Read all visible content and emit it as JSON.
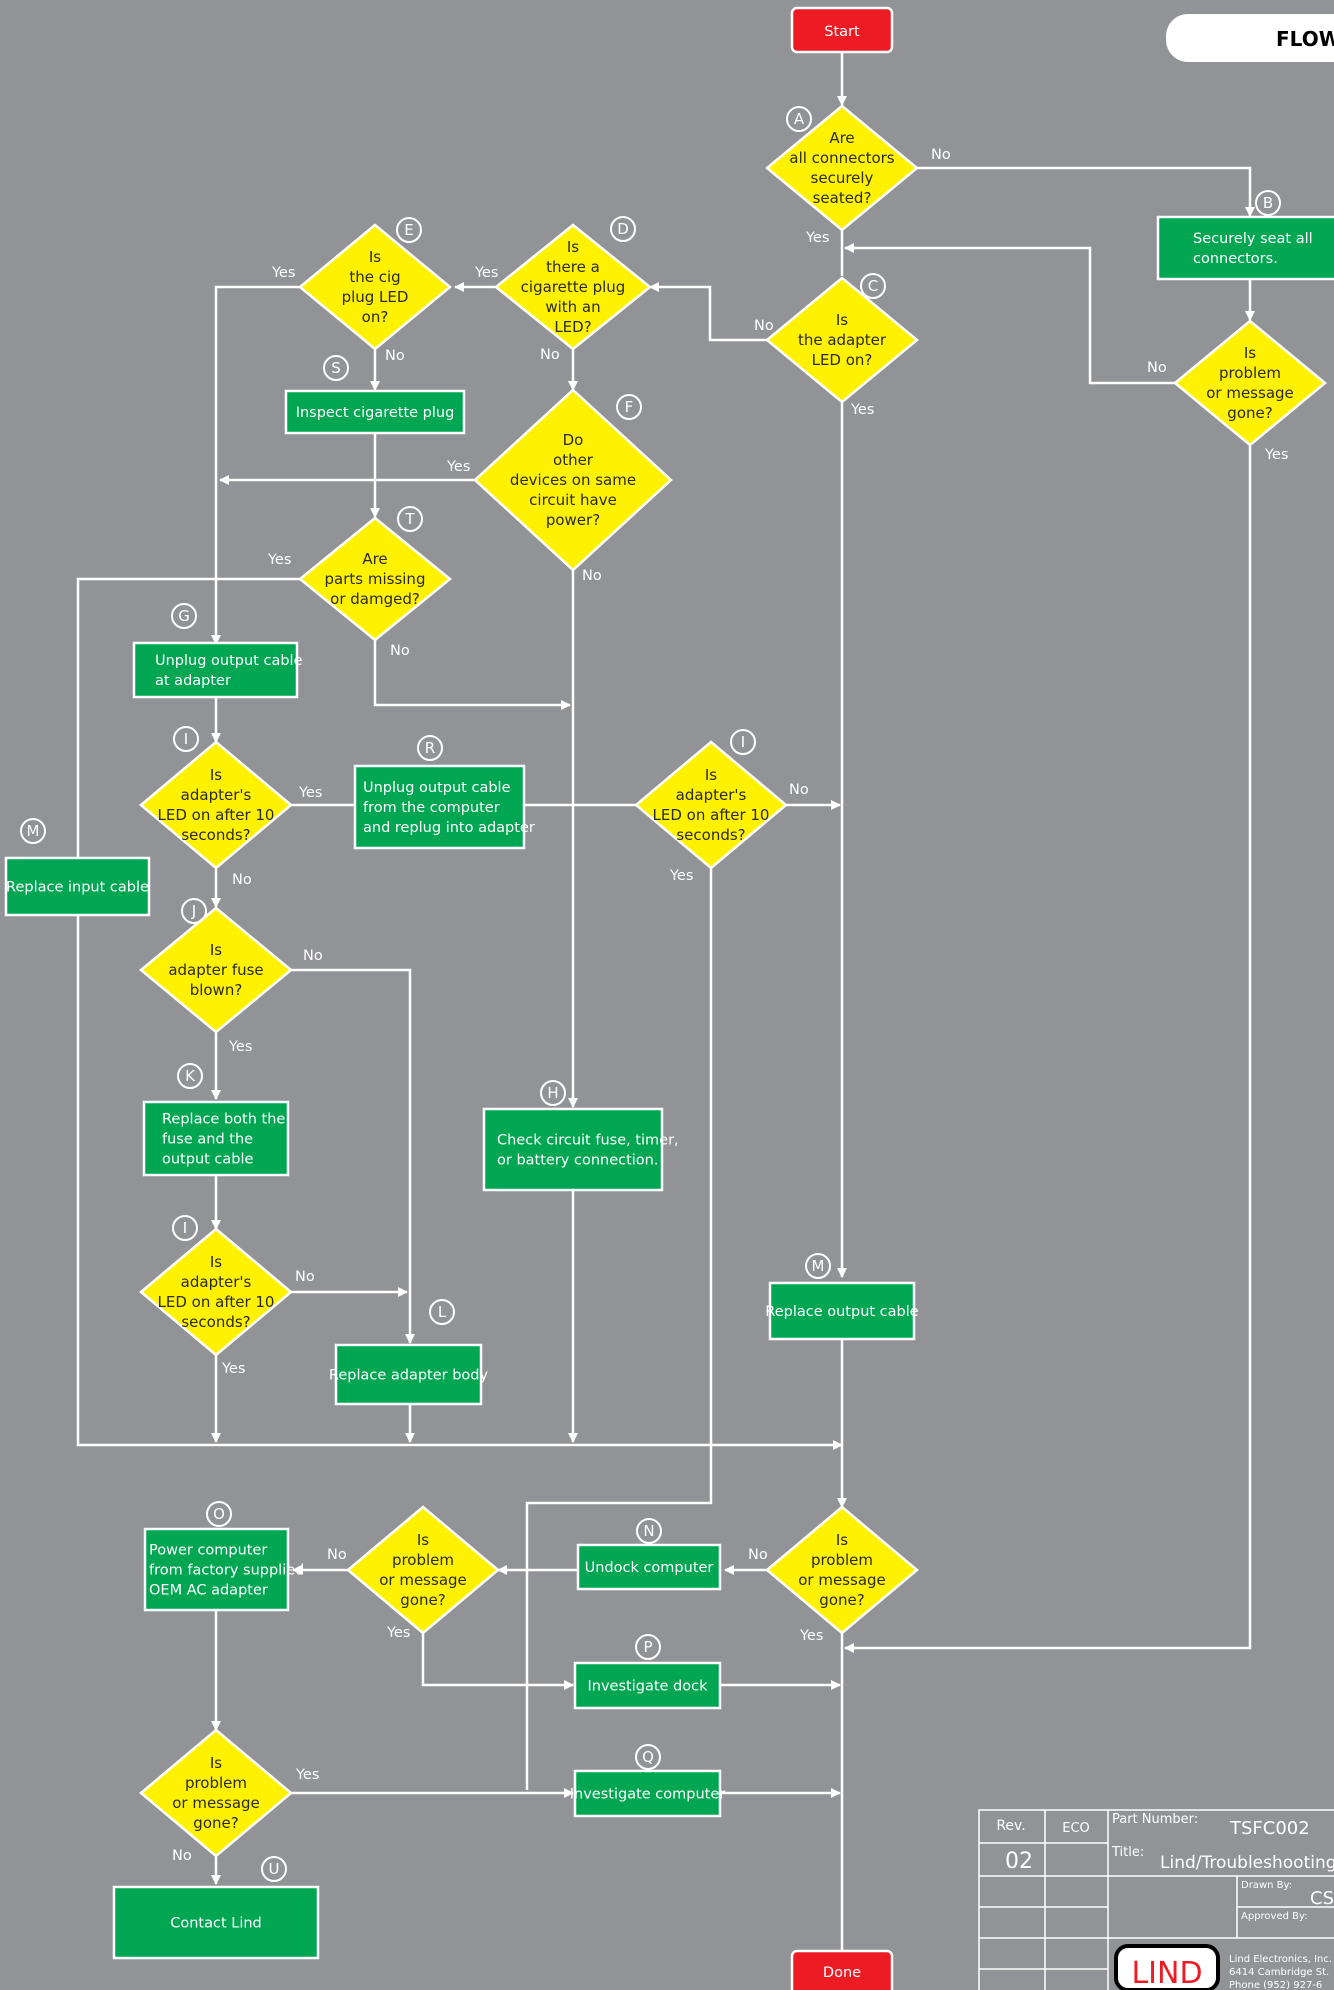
{
  "header": {
    "title": "FLOW"
  },
  "terminals": {
    "start": "Start",
    "done": "Done"
  },
  "colors": {
    "background": "#929396",
    "process": "#00a651",
    "decision": "#fff200",
    "terminal": "#ed1c24",
    "line": "#ffffff"
  },
  "nodes": {
    "A": {
      "letter": "A",
      "lines": [
        "Are",
        "all connectors",
        "securely",
        "seated?"
      ]
    },
    "B": {
      "letter": "B",
      "lines": [
        "Securely seat all",
        "connectors."
      ]
    },
    "B2": {
      "lines": [
        "Is",
        "problem",
        "or message",
        "gone?"
      ]
    },
    "C": {
      "letter": "C",
      "lines": [
        "Is",
        "the adapter",
        "LED on?"
      ]
    },
    "D": {
      "letter": "D",
      "lines": [
        "Is",
        "there a",
        "cigarette plug",
        "with an",
        "LED?"
      ]
    },
    "E": {
      "letter": "E",
      "lines": [
        "Is",
        "the cig",
        "plug LED",
        "on?"
      ]
    },
    "S": {
      "letter": "S",
      "lines": [
        "Inspect cigarette plug"
      ]
    },
    "F": {
      "letter": "F",
      "lines": [
        "Do",
        "other",
        "devices on same",
        "circuit have",
        "power?"
      ]
    },
    "T": {
      "letter": "T",
      "lines": [
        "Are",
        "parts missing",
        "or damged?"
      ]
    },
    "G": {
      "letter": "G",
      "lines": [
        "Unplug output cable",
        "at adapter"
      ]
    },
    "I1": {
      "letter": "I",
      "lines": [
        "Is",
        "adapter's",
        "LED on after 10",
        "seconds?"
      ]
    },
    "R": {
      "letter": "R",
      "lines": [
        "Unplug output cable",
        "from the computer",
        " and replug into adapter"
      ]
    },
    "I2": {
      "letter": "I",
      "lines": [
        "Is",
        "adapter's",
        "LED on after 10",
        "seconds?"
      ]
    },
    "M1": {
      "letter": "M",
      "lines": [
        "Replace input cable"
      ]
    },
    "J": {
      "letter": "J",
      "lines": [
        "Is",
        "adapter fuse",
        "blown?"
      ]
    },
    "K": {
      "letter": "K",
      "lines": [
        "Replace both the",
        "fuse and the",
        "output cable"
      ]
    },
    "I3": {
      "letter": "I",
      "lines": [
        "Is",
        "adapter's",
        "LED on after 10",
        "seconds?"
      ]
    },
    "L": {
      "letter": "L",
      "lines": [
        "Replace adapter body"
      ]
    },
    "H": {
      "letter": "H",
      "lines": [
        "Check circuit fuse, timer,",
        "or battery connection."
      ]
    },
    "M2": {
      "letter": "M",
      "lines": [
        "Replace output cable"
      ]
    },
    "Q1": {
      "lines": [
        "Is",
        "problem",
        "or message",
        "gone?"
      ]
    },
    "N": {
      "letter": "N",
      "lines": [
        "Undock computer"
      ]
    },
    "Q2": {
      "lines": [
        "Is",
        "problem",
        "or message",
        "gone?"
      ]
    },
    "O": {
      "letter": "O",
      "lines": [
        "Power computer",
        "from factory supplied",
        "OEM AC adapter"
      ]
    },
    "P": {
      "letter": "P",
      "lines": [
        "Investigate dock"
      ]
    },
    "Q": {
      "letter": "Q",
      "lines": [
        "Investigate computer"
      ]
    },
    "Q3": {
      "lines": [
        "Is",
        "problem",
        "or message",
        "gone?"
      ]
    },
    "U": {
      "letter": "U",
      "lines": [
        "Contact Lind"
      ]
    }
  },
  "edge_labels": {
    "yes": "Yes",
    "no": "No"
  },
  "title_block": {
    "rev_header": "Rev.",
    "eco_header": "ECO",
    "rev_value": "02",
    "part_number_label": "Part Number:",
    "part_number": "TSFC002",
    "title_label": "Title:",
    "title": "Lind/Troubleshooting",
    "drawn_by_label": "Drawn By:",
    "drawn_by": "CS",
    "approved_by_label": "Approved By:",
    "company_lines": [
      "Lind Electronics, Inc.",
      "6414 Cambridge St.",
      "Phone (952) 927-6"
    ],
    "logo_text": "LIND"
  }
}
